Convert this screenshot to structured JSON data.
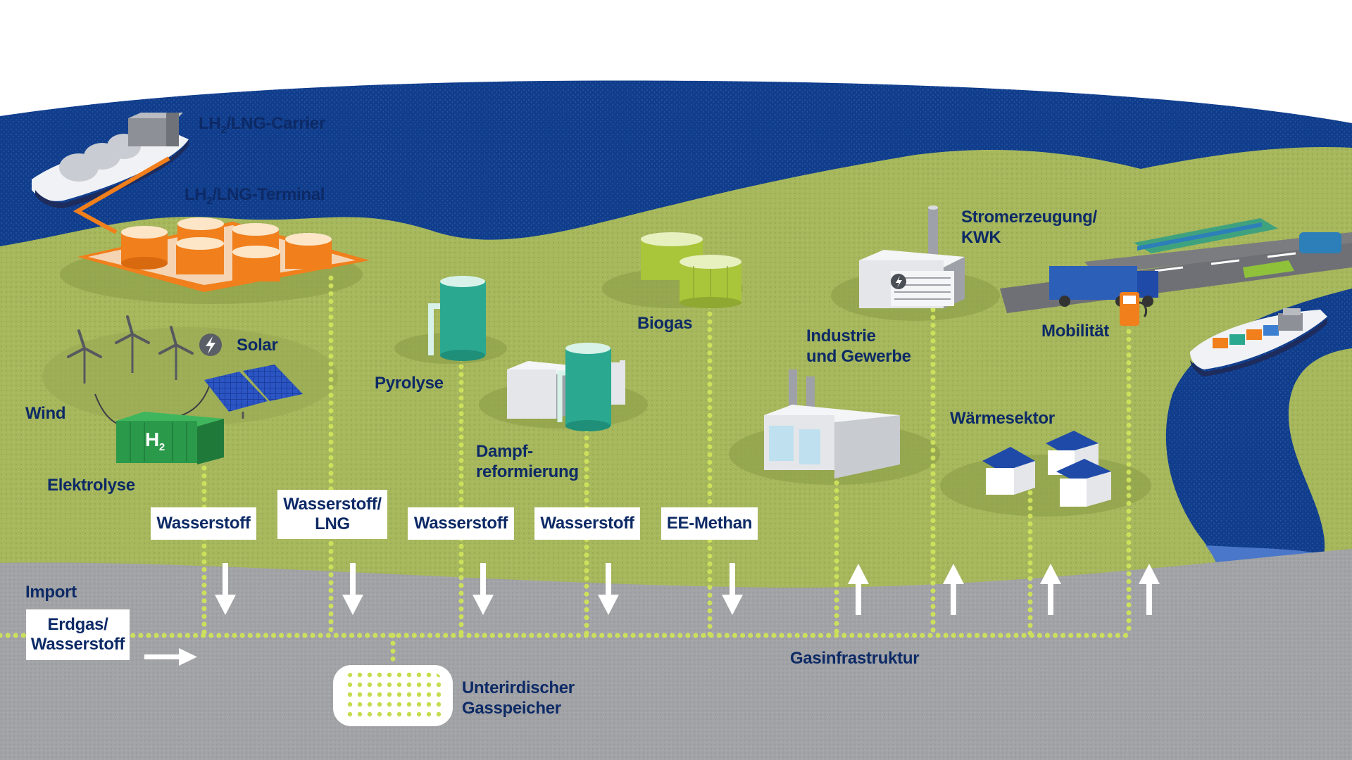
{
  "colors": {
    "sea": "#103d8c",
    "land": "#a6b75c",
    "ground": "#a2a3a6",
    "pipe": "#cde05c",
    "text": "#0d2a66",
    "tank_orange": "#f07f1c",
    "tank_teal": "#2aa890",
    "biogas_green": "#a9c53a",
    "electrolysis_green": "#2a9a4a"
  },
  "labels": {
    "carrier": {
      "pre": "LH",
      "sub": "2",
      "post": "/LNG-Carrier"
    },
    "terminal": {
      "pre": "LH",
      "sub": "2",
      "post": "/LNG-Terminal"
    },
    "solar": "Solar",
    "wind": "Wind",
    "elektrolyse": "Elektrolyse",
    "pyrolyse": "Pyrolyse",
    "dampf": "Dampf-\nreformierung",
    "biogas": "Biogas",
    "strom": "Stromerzeugung/\nKWK",
    "industrie": "Industrie\nund Gewerbe",
    "mobilitaet": "Mobilität",
    "waerme": "Wärmesektor",
    "import": "Import",
    "gasinfra": "Gasinfrastruktur",
    "speicher": "Unterirdischer\nGasspeicher",
    "h2_container": {
      "pre": "H",
      "sub": "2"
    }
  },
  "boxes": {
    "wasserstoff_1": "Wasserstoff",
    "wasserstoff_lng": "Wasserstoff/\nLNG",
    "wasserstoff_2": "Wasserstoff",
    "wasserstoff_3": "Wasserstoff",
    "ee_methan": "EE-Methan",
    "erdgas": "Erdgas/\nWasserstoff"
  },
  "icons": {
    "lightning": "lightning-icon",
    "arrow_down": "arrow-down-icon",
    "arrow_up": "arrow-up-icon",
    "arrow_right": "arrow-right-icon"
  }
}
